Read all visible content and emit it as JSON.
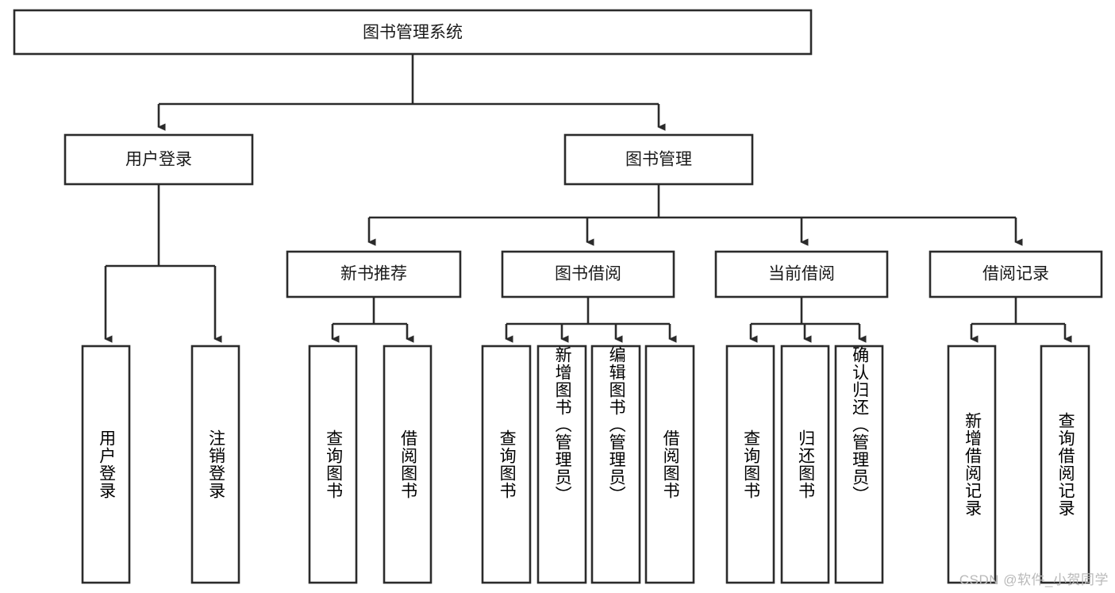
{
  "diagram": {
    "type": "tree-hierarchy",
    "title": "图书管理系统",
    "root": {
      "id": "root",
      "label": "图书管理系统"
    },
    "level2": [
      {
        "id": "user-login",
        "label": "用户登录"
      },
      {
        "id": "book-manage",
        "label": "图书管理"
      }
    ],
    "level3": [
      {
        "id": "new-book-rec",
        "label": "新书推荐",
        "parent": "book-manage"
      },
      {
        "id": "book-borrow",
        "label": "图书借阅",
        "parent": "book-manage"
      },
      {
        "id": "current-borrow",
        "label": "当前借阅",
        "parent": "book-manage"
      },
      {
        "id": "borrow-record",
        "label": "借阅记录",
        "parent": "book-manage"
      }
    ],
    "leaves": {
      "user-login": [
        {
          "id": "leaf-user-login",
          "label": "用户登录"
        },
        {
          "id": "leaf-user-logout",
          "label": "注销登录"
        }
      ],
      "new-book-rec": [
        {
          "id": "leaf-query-book-1",
          "label": "查询图书"
        },
        {
          "id": "leaf-borrow-book-1",
          "label": "借阅图书"
        }
      ],
      "book-borrow": [
        {
          "id": "leaf-query-book-2",
          "label": "查询图书"
        },
        {
          "id": "leaf-add-book",
          "label": "新增图书（管理员）"
        },
        {
          "id": "leaf-edit-book",
          "label": "编辑图书（管理员）"
        },
        {
          "id": "leaf-borrow-book-2",
          "label": "借阅图书"
        }
      ],
      "current-borrow": [
        {
          "id": "leaf-query-book-3",
          "label": "查询图书"
        },
        {
          "id": "leaf-return-book",
          "label": "归还图书"
        },
        {
          "id": "leaf-confirm-return",
          "label": "确认归还（管理员）"
        }
      ],
      "borrow-record": [
        {
          "id": "leaf-add-record",
          "label": "新增借阅记录"
        },
        {
          "id": "leaf-query-record",
          "label": "查询借阅记录"
        }
      ]
    },
    "colors": {
      "stroke": "#2b2b2b",
      "fill": "#ffffff",
      "text": "#1a1a1a",
      "watermark": "#b9b9b9"
    }
  },
  "watermark": {
    "text": "CSDN @软件_小贺同学"
  }
}
